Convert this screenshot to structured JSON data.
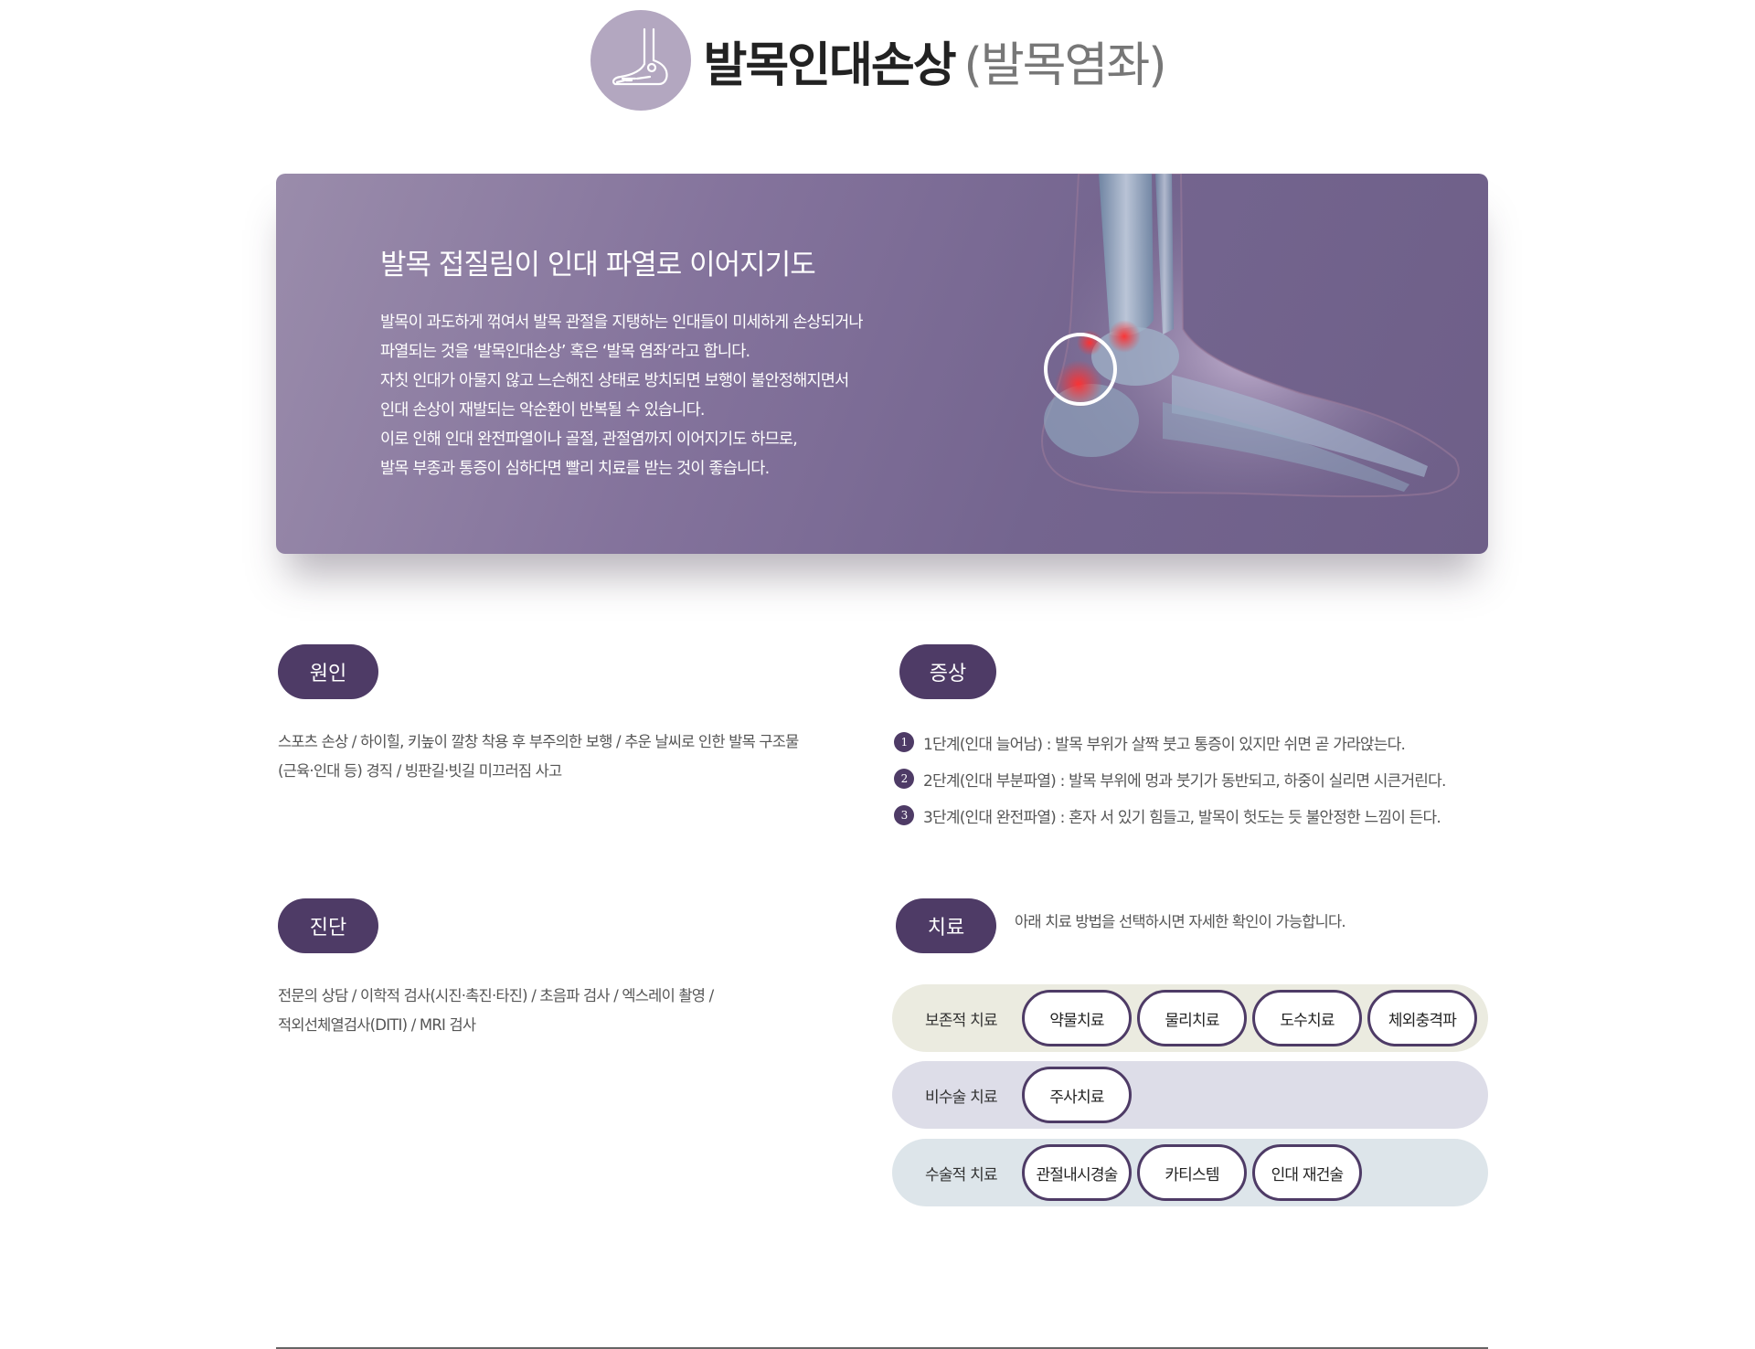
{
  "header": {
    "title": "발목인대손상",
    "subtitle": "(발목염좌)"
  },
  "banner": {
    "heading": "발목 접질림이 인대 파열로 이어지기도",
    "lines": [
      "발목이 과도하게 꺾여서 발목 관절을 지탱하는 인대들이 미세하게 손상되거나",
      "파열되는 것을 ‘발목인대손상’ 혹은 ‘발목 염좌’라고 합니다.",
      "자칫 인대가 아물지 않고 느슨해진 상태로 방치되면 보행이 불안정해지면서",
      "인대 손상이 재발되는 악순환이 반복될 수 있습니다.",
      "이로 인해 인대 완전파열이나 골절, 관절염까지 이어지기도 하므로,",
      "발목 부종과 통증이 심하다면 빨리 치료를 받는 것이 좋습니다."
    ]
  },
  "cause": {
    "label": "원인",
    "lines": [
      "스포츠 손상 / 하이힐, 키높이 깔창 착용 후 부주의한 보행 / 추운 날씨로 인한 발목 구조물",
      "(근육·인대 등) 경직 / 빙판길·빗길 미끄러짐 사고"
    ]
  },
  "symptom": {
    "label": "증상",
    "items": [
      {
        "num": "1",
        "text": "1단계(인대 늘어남) : 발목 부위가 살짝 붓고 통증이 있지만 쉬면 곧 가라앉는다."
      },
      {
        "num": "2",
        "text": "2단계(인대 부분파열) : 발목 부위에 멍과 붓기가 동반되고, 하중이 실리면 시큰거린다."
      },
      {
        "num": "3",
        "text": "3단계(인대 완전파열) : 혼자 서 있기 힘들고, 발목이 헛도는 듯 불안정한 느낌이 든다."
      }
    ]
  },
  "diagnosis": {
    "label": "진단",
    "lines": [
      "전문의 상담 / 이학적 검사(시진·촉진·타진) / 초음파 검사 / 엑스레이 촬영 /",
      "적외선체열검사(DITI) / MRI 검사"
    ]
  },
  "treatment": {
    "label": "치료",
    "note": "아래 치료 방법을 선택하시면 자세한 확인이 가능합니다.",
    "rows": [
      {
        "label": "보존적 치료",
        "color": "#ebebe0",
        "buttons": [
          "약물치료",
          "물리치료",
          "도수치료",
          "체외충격파"
        ]
      },
      {
        "label": "비수술 치료",
        "color": "#dddde8",
        "buttons": [
          "주사치료"
        ]
      },
      {
        "label": "수술적 치료",
        "color": "#dde5ea",
        "buttons": [
          "관절내시경술",
          "카티스템",
          "인대 재건술"
        ]
      }
    ]
  },
  "colors": {
    "accent": "#4e3b66",
    "icon_circle": "#b3a7c0"
  }
}
